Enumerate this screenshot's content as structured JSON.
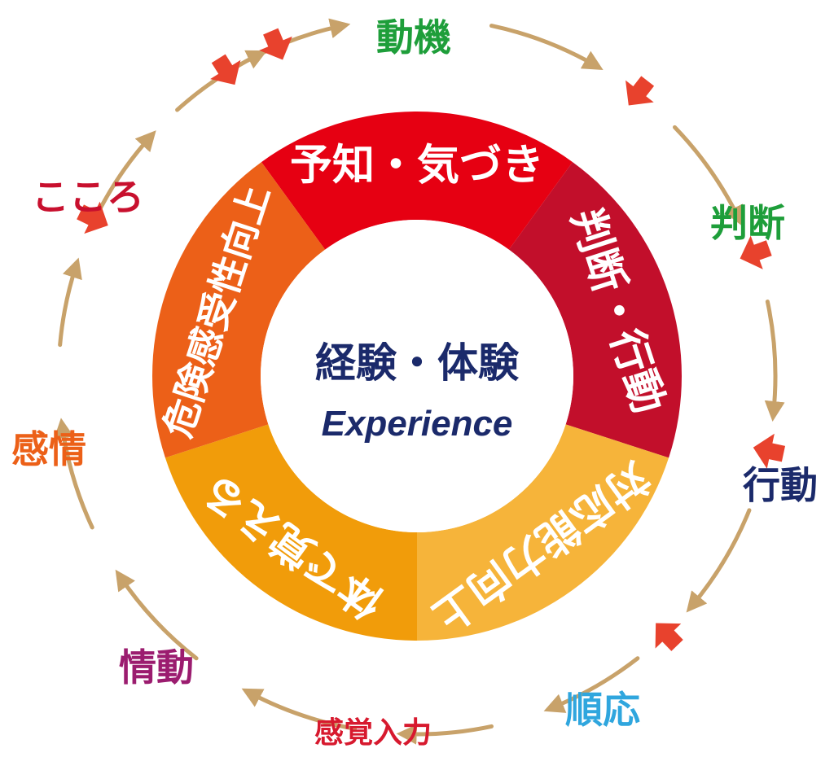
{
  "center": {
    "title": "経験・体験",
    "subtitle": "Experience"
  },
  "ring": {
    "segments": [
      {
        "label": "予知・気づき",
        "color": "#e60012"
      },
      {
        "label": "判断・行動",
        "color": "#c20f2b"
      },
      {
        "label": "対応能力向上",
        "color": "#f6b43a"
      },
      {
        "label": "体で覚える",
        "color": "#f19c0a"
      },
      {
        "label": "危険感受性向上",
        "color": "#ec6018"
      }
    ]
  },
  "cycle": {
    "labels": [
      {
        "text": "動機",
        "color": "#1e9e3a"
      },
      {
        "text": "判断",
        "color": "#1e9e3a"
      },
      {
        "text": "行動",
        "color": "#1b2a6b"
      },
      {
        "text": "順応",
        "color": "#2fa6de"
      },
      {
        "text": "感覚入力",
        "color": "#d7192e"
      },
      {
        "text": "情動",
        "color": "#9b1c6f"
      },
      {
        "text": "感情",
        "color": "#ec6018"
      },
      {
        "text": "こころ",
        "color": "#c8102e"
      }
    ],
    "arrow_color": "#c8a26a",
    "marker_color": "#e8422d"
  }
}
